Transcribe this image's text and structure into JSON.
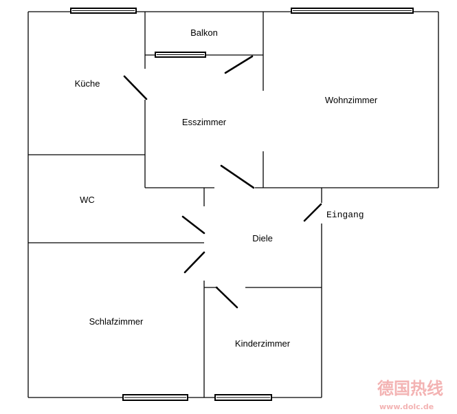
{
  "plan": {
    "rooms": {
      "balkon": "Balkon",
      "kueche": "Küche",
      "esszimmer": "Esszimmer",
      "wohnzimmer": "Wohnzimmer",
      "wc": "WC",
      "diele": "Diele",
      "schlafzimmer": "Schlafzimmer",
      "kinderzimmer": "Kinderzimmer"
    },
    "entrance_label": "Eingang",
    "wall_color": "#000000",
    "window_fill": "#ffffff"
  },
  "watermark": {
    "chinese": "德国热线",
    "url": "www.dolc.de",
    "color": "#f2a6a6"
  }
}
